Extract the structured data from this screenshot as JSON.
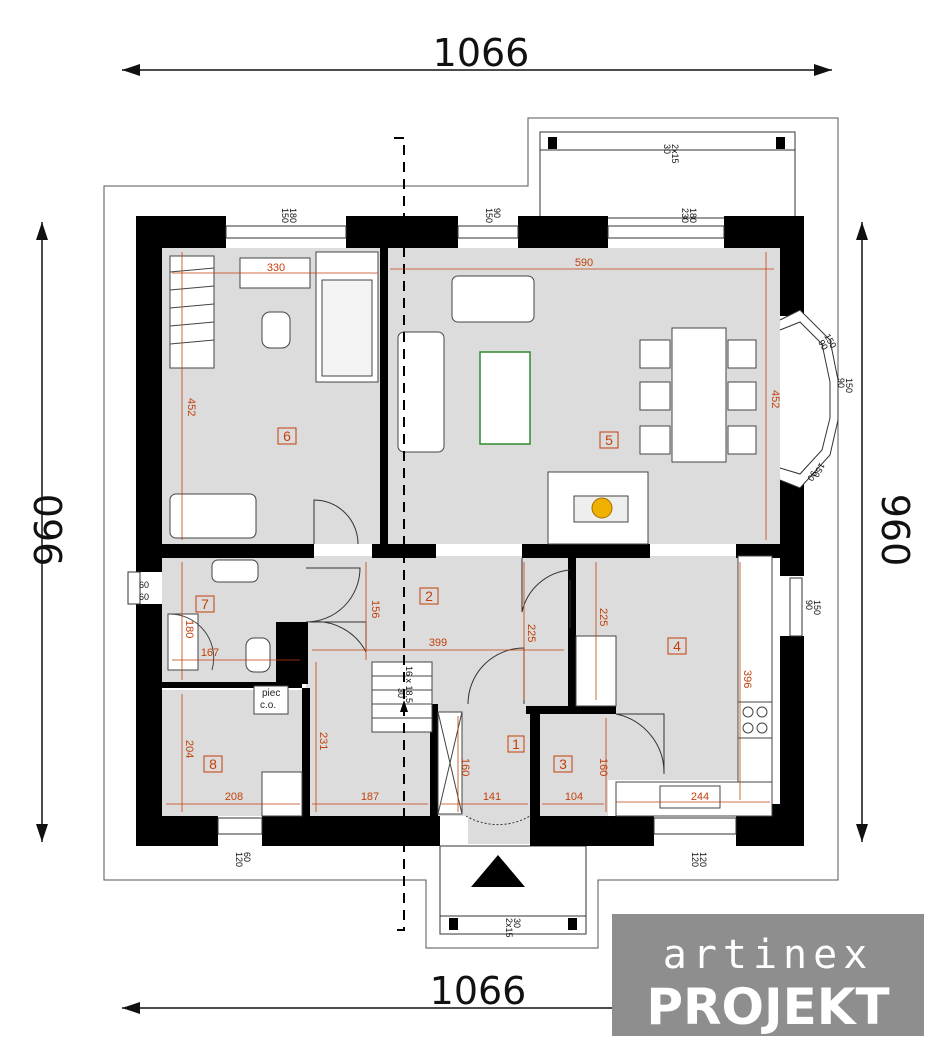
{
  "plan": {
    "overall": {
      "top": "1066",
      "bottom": "1066",
      "left": "960",
      "right": "960"
    },
    "rooms": [
      {
        "id": "room-6",
        "number": "6"
      },
      {
        "id": "room-5",
        "number": "5"
      },
      {
        "id": "room-7",
        "number": "7"
      },
      {
        "id": "room-2",
        "number": "2"
      },
      {
        "id": "room-4",
        "number": "4"
      },
      {
        "id": "room-8",
        "number": "8"
      },
      {
        "id": "room-1",
        "number": "1"
      },
      {
        "id": "room-3",
        "number": "3"
      }
    ],
    "dimensions": {
      "d330": "330",
      "d590": "590",
      "d452a": "452",
      "d452b": "452",
      "d180a": "180",
      "d167": "167",
      "d156": "156",
      "d399": "399",
      "d225a": "225",
      "d225b": "225",
      "d396": "396",
      "d204": "204",
      "d231": "231",
      "d160a": "160",
      "d160b": "160",
      "d208": "208",
      "d187": "187",
      "d141": "141",
      "d104": "104",
      "d244": "244"
    },
    "openings": {
      "w1a": "180",
      "w1b": "150",
      "w2a": "90",
      "w2b": "150",
      "w3a": "180",
      "w3b": "230",
      "terr_top_a": "2x15",
      "terr_top_b": "30",
      "w_bay1a": "150",
      "w_bay1b": "90",
      "w_bay2a": "150",
      "w_bay2b": "90",
      "w_bay3a": "150",
      "w_bay3b": "90",
      "w_kitchen_a": "150",
      "w_kitchen_b": "90",
      "w_bath_a": "60",
      "w_bath_b": "60",
      "w_8a": "60",
      "w_8b": "120",
      "w_4a": "120",
      "w_4b": "120",
      "porch_a": "2x15",
      "porch_b": "30"
    },
    "stairs": {
      "label_a": "16 x 18,5",
      "label_b": "30"
    },
    "fixtures": {
      "boiler_a": "piec",
      "boiler_b": "c.o."
    }
  },
  "watermark": {
    "line1": "artinex",
    "line2": "PROJEKT"
  },
  "colors": {
    "wall": "#000000",
    "floor": "#dcdcdc",
    "dimension": "#c2410c",
    "watermark_bg": "#8e8e8e",
    "table_outline": "#2e8b2e"
  }
}
